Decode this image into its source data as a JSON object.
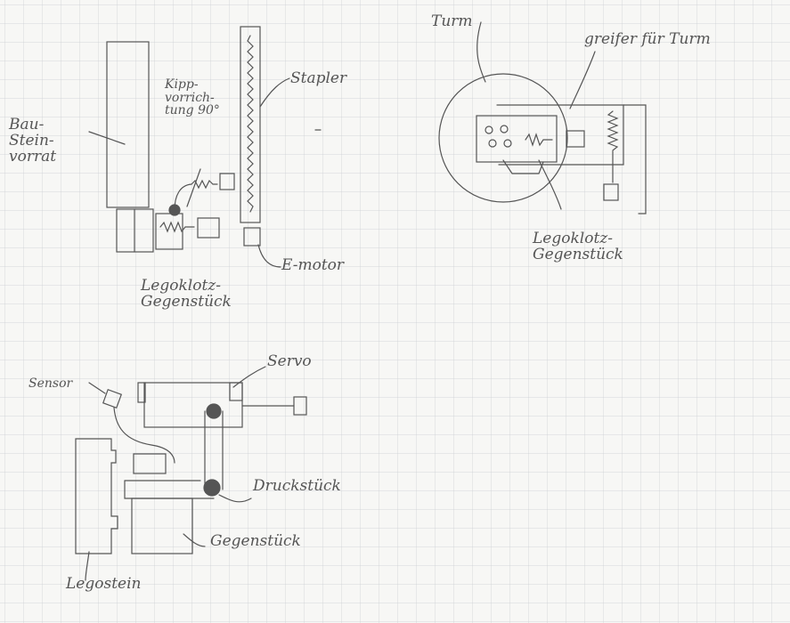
{
  "labels": {
    "bausteinvorrat": "Bau-\nStein-\nvorrat",
    "kippvorrichtung": "Kipp-\nvorrich-\ntung 90°",
    "stapler": "Stapler",
    "e_motor": "E-motor",
    "legoklotz_gegenstueck_left": "Legoklotz-\nGegenstück",
    "turm": "Turm",
    "greifer_fuer_turm": "greifer für Turm",
    "legoklotz_gegenstueck_right": "Legoklotz-\nGegenstück",
    "servo": "Servo",
    "sensor": "Sensor",
    "druckstueck": "Druckstück",
    "gegenstueck": "Gegenstück",
    "legostein": "Legostein"
  },
  "colors": {
    "paper": "#f7f7f5",
    "grid": "#c9cdd2",
    "pencil": "#555555"
  }
}
